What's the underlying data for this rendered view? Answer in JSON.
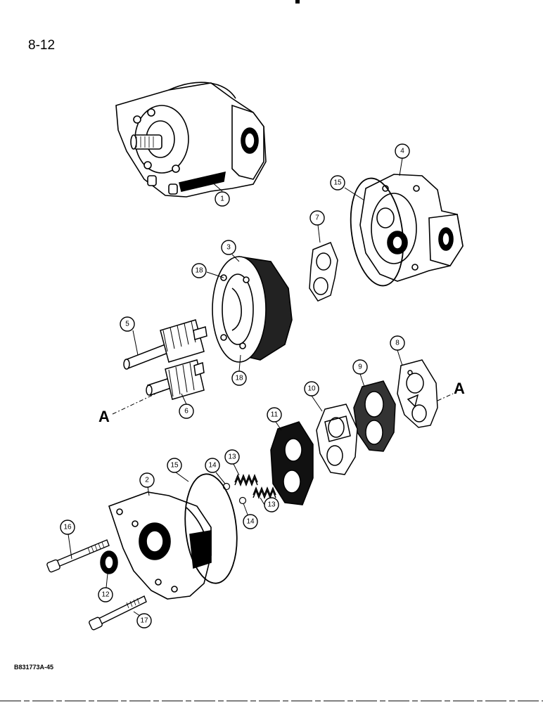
{
  "page": {
    "number": "8-12",
    "figure_code": "B831773A-45"
  },
  "section_markers": {
    "left": "A",
    "right": "A"
  },
  "callouts": {
    "c1": "1",
    "c2": "2",
    "c3": "3",
    "c4": "4",
    "c5": "5",
    "c6": "6",
    "c7": "7",
    "c8": "8",
    "c9": "9",
    "c10": "10",
    "c11": "11",
    "c12": "12",
    "c13a": "13",
    "c13b": "13",
    "c14a": "14",
    "c14b": "14",
    "c15a": "15",
    "c15b": "15",
    "c16": "16",
    "c17": "17",
    "c18a": "18",
    "c18b": "18"
  }
}
